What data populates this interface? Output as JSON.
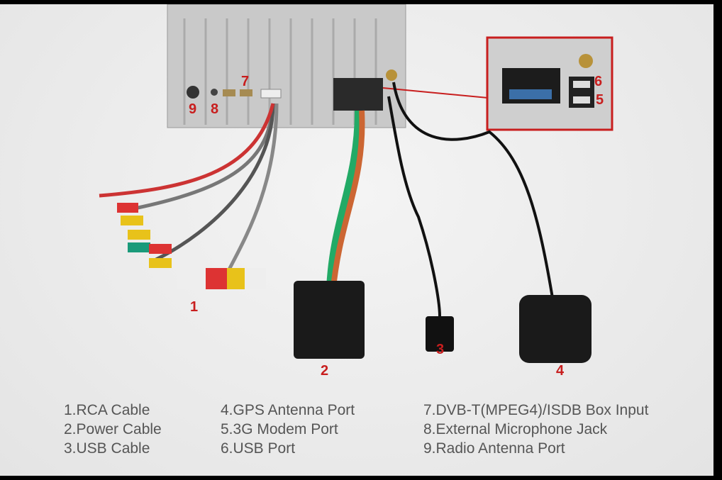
{
  "callouts": {
    "n1": "1",
    "n2": "2",
    "n3": "3",
    "n4": "4",
    "n5": "5",
    "n6": "6",
    "n7": "7",
    "n8": "8",
    "n9": "9"
  },
  "legend": {
    "col1": [
      "1.RCA Cable",
      "2.Power Cable",
      "3.USB Cable"
    ],
    "col2": [
      "4.GPS Antenna Port",
      "5.3G Modem Port",
      "6.USB Port"
    ],
    "col3": [
      "7.DVB-T(MPEG4)/ISDB Box Input",
      "8.External Microphone Jack",
      "9.Radio Antenna Port"
    ]
  },
  "colors": {
    "callout": "#c81e1e",
    "text": "#555555",
    "unit": "#c9c9c9"
  }
}
